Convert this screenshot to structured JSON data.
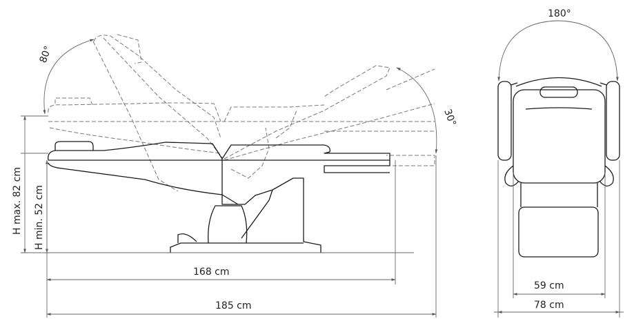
{
  "side_view": {
    "backrest_angle": "80°",
    "legrest_angle": "30°",
    "height_max": "H max. 82 cm",
    "height_min": "H min. 52 cm",
    "length_without_legrest": "168 cm",
    "length_total": "185 cm"
  },
  "top_view": {
    "armrest_rotation": "180°",
    "width_inner": "59 cm",
    "width_total": "78 cm"
  },
  "colors": {
    "line": "#1a1a1a",
    "dashed": "#777777",
    "dimension": "#666666"
  }
}
